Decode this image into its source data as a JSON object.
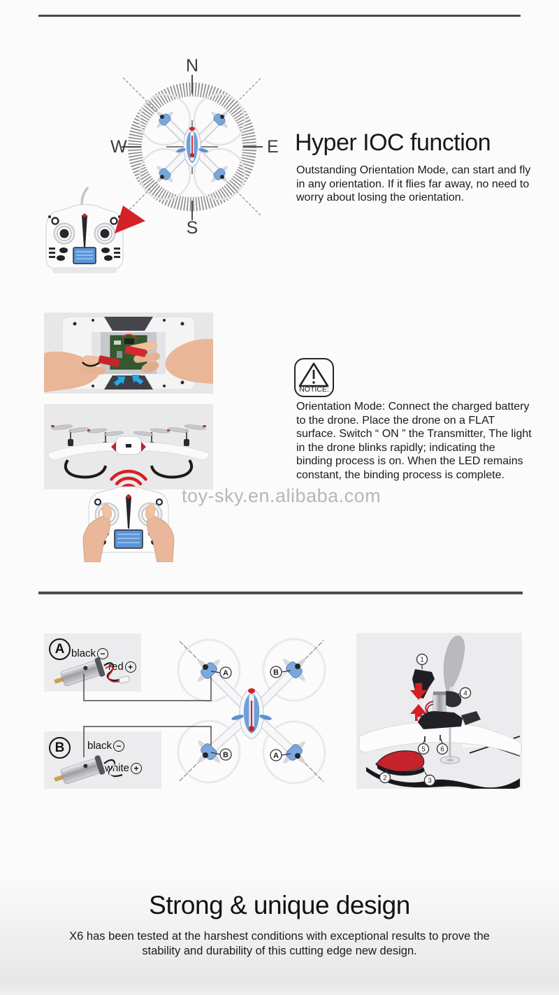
{
  "ioc": {
    "heading": "Hyper IOC function",
    "body": "Outstanding Orientation Mode, can start and fly in any orientation. If it flies far away, no need to worry about losing the orientation.",
    "compass": {
      "n": "N",
      "e": "E",
      "s": "S",
      "w": "W"
    }
  },
  "orientation": {
    "notice": "NOTICE:",
    "body": "Orientation Mode: Connect the charged battery to the drone. Place the drone on a FLAT surface. Switch “ ON ” the Transmitter, The light in the drone blinks rapidly; indicating the binding process is on. When the LED remains constant, the binding process is complete.",
    "watermark": "toy-sky.en.alibaba.com"
  },
  "motors": {
    "a_label": "A",
    "b_label": "B",
    "a_wire_neg": "black",
    "a_wire_pos": "red",
    "b_wire_neg": "black",
    "b_wire_pos": "white",
    "neg_sign": "−",
    "pos_sign": "+",
    "drone_front_left": "A",
    "drone_front_right": "B",
    "drone_rear_left": "B",
    "drone_rear_right": "A",
    "parts": [
      "1",
      "2",
      "3",
      "4",
      "5",
      "6"
    ]
  },
  "design": {
    "heading": "Strong & unique design",
    "body_line1": "X6 has been tested at the harshest conditions with exceptional results to prove the",
    "body_line2": "stability and durability of this cutting edge new design."
  },
  "colors": {
    "accent_red": "#d42027",
    "drone_blue": "#6f9fd8",
    "divider": "#4a4a4a",
    "watermark_gray": "#b7b7b7",
    "photo_bg": "#e9e9ea"
  }
}
